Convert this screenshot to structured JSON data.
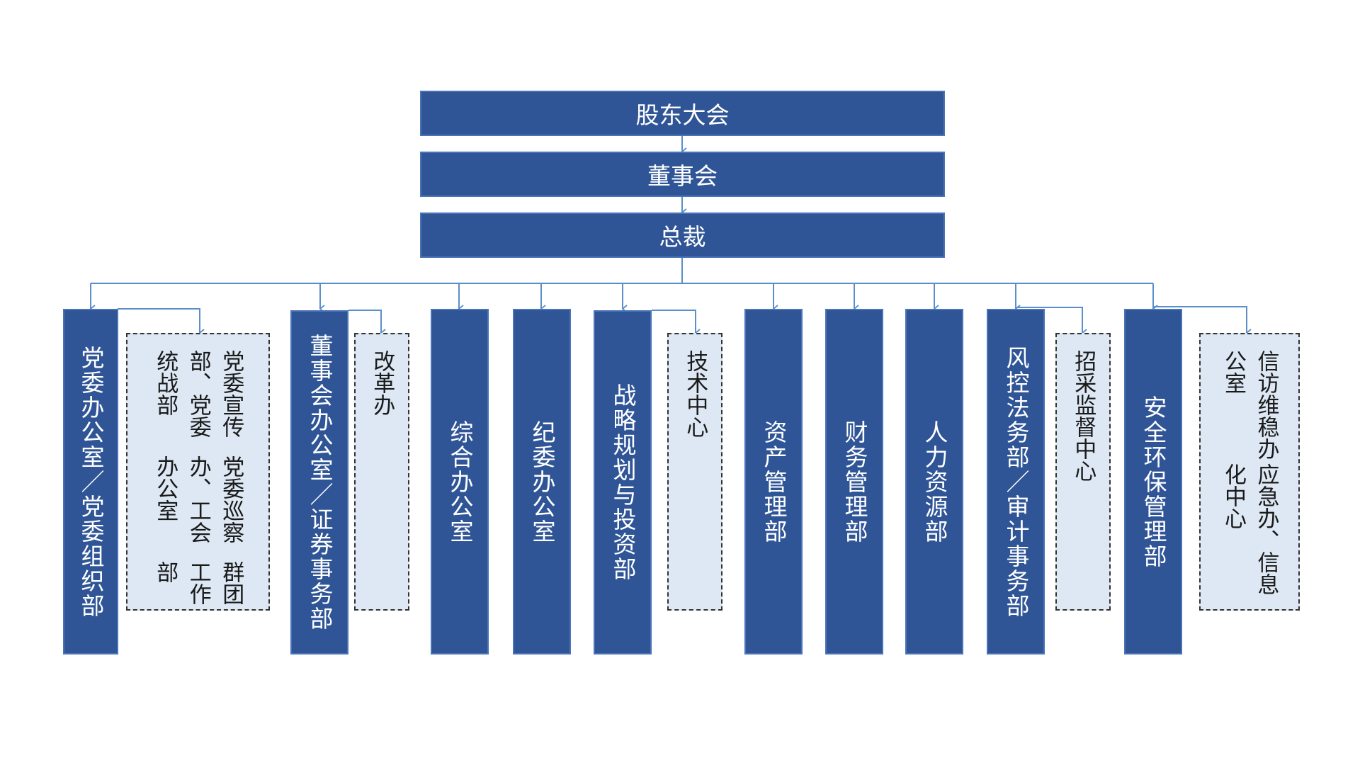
{
  "top": [
    {
      "id": "gm",
      "label": "股东大会"
    },
    {
      "id": "board",
      "label": "董事会"
    },
    {
      "id": "ceo",
      "label": "总裁"
    }
  ],
  "departments": [
    {
      "label": "党委办公室／党委组织部"
    },
    {
      "label": "群团工作部"
    },
    {
      "label": "党委巡察办、工会办公室"
    },
    {
      "label": "党委宣传部、党委统战部"
    },
    {
      "label": "董事会办公室／证券事务部"
    },
    {
      "label": "改革办"
    },
    {
      "label": "综合办公室"
    },
    {
      "label": "纪委办公室"
    },
    {
      "label": "战略规划与投资部"
    },
    {
      "label": "技术中心"
    },
    {
      "label": "资产管理部"
    },
    {
      "label": "财务管理部"
    },
    {
      "label": "人力资源部"
    },
    {
      "label": "风控法务部／审计事务部"
    },
    {
      "label": "招采监督中心"
    },
    {
      "label": "安全环保管理部"
    },
    {
      "label": "应急办、信息化中心"
    },
    {
      "label": "信访维稳办公室"
    }
  ],
  "colors": {
    "box_fill": "#2f5597",
    "box_border": "#4a74b8",
    "sub_fill": "#dde8f4",
    "connector": "#5b8fc9"
  }
}
